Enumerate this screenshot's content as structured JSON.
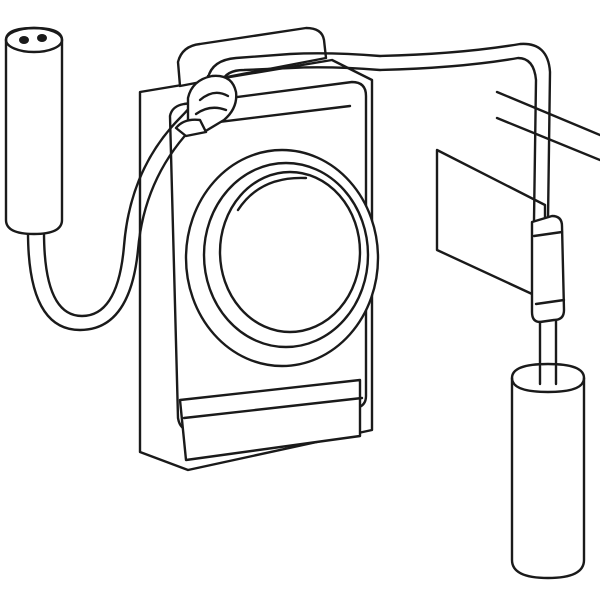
{
  "diagram": {
    "components": [
      {
        "id": "control-unit",
        "icon": "control-unit-housing"
      },
      {
        "id": "round-button",
        "icon": "round-push-button"
      },
      {
        "id": "left-connector",
        "icon": "two-pin-plug-connector"
      },
      {
        "id": "right-connector",
        "icon": "cylindrical-plug-connector"
      },
      {
        "id": "mounting-bracket",
        "icon": "mounting-plate"
      },
      {
        "id": "cable-sleeve",
        "icon": "heat-shrink-sleeve"
      }
    ],
    "colors": {
      "line": "#1a1a1a",
      "fill": "#ffffff"
    }
  }
}
